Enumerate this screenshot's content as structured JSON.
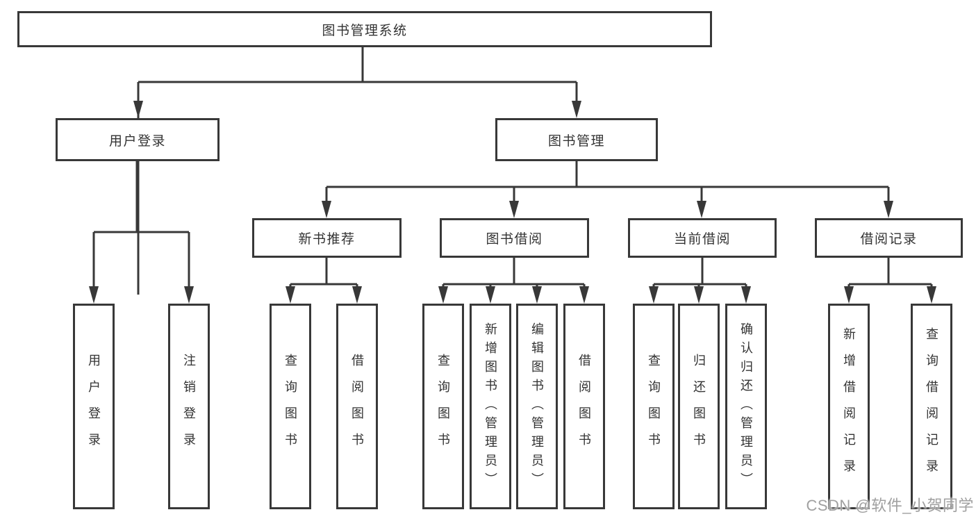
{
  "watermark": "CSDN @软件_小贺同学",
  "colors": {
    "line": "#383838",
    "text": "#333333",
    "watermark": "#a0a0a0",
    "background": "#ffffff"
  },
  "tree": {
    "label": "图书管理系统",
    "children": [
      {
        "label": "用户登录",
        "children": [
          {
            "label": "用户登录"
          },
          {
            "label": "注销登录"
          }
        ]
      },
      {
        "label": "图书管理",
        "children": [
          {
            "label": "新书推荐",
            "children": [
              {
                "label": "查询图书"
              },
              {
                "label": "借阅图书"
              }
            ]
          },
          {
            "label": "图书借阅",
            "children": [
              {
                "label": "查询图书"
              },
              {
                "label": "新增图书（管理员）"
              },
              {
                "label": "编辑图书（管理员）"
              },
              {
                "label": "借阅图书"
              }
            ]
          },
          {
            "label": "当前借阅",
            "children": [
              {
                "label": "查询图书"
              },
              {
                "label": "归还图书"
              },
              {
                "label": "确认归还（管理员）"
              }
            ]
          },
          {
            "label": "借阅记录",
            "children": [
              {
                "label": "新增借阅记录"
              },
              {
                "label": "查询借阅记录"
              }
            ]
          }
        ]
      }
    ]
  }
}
